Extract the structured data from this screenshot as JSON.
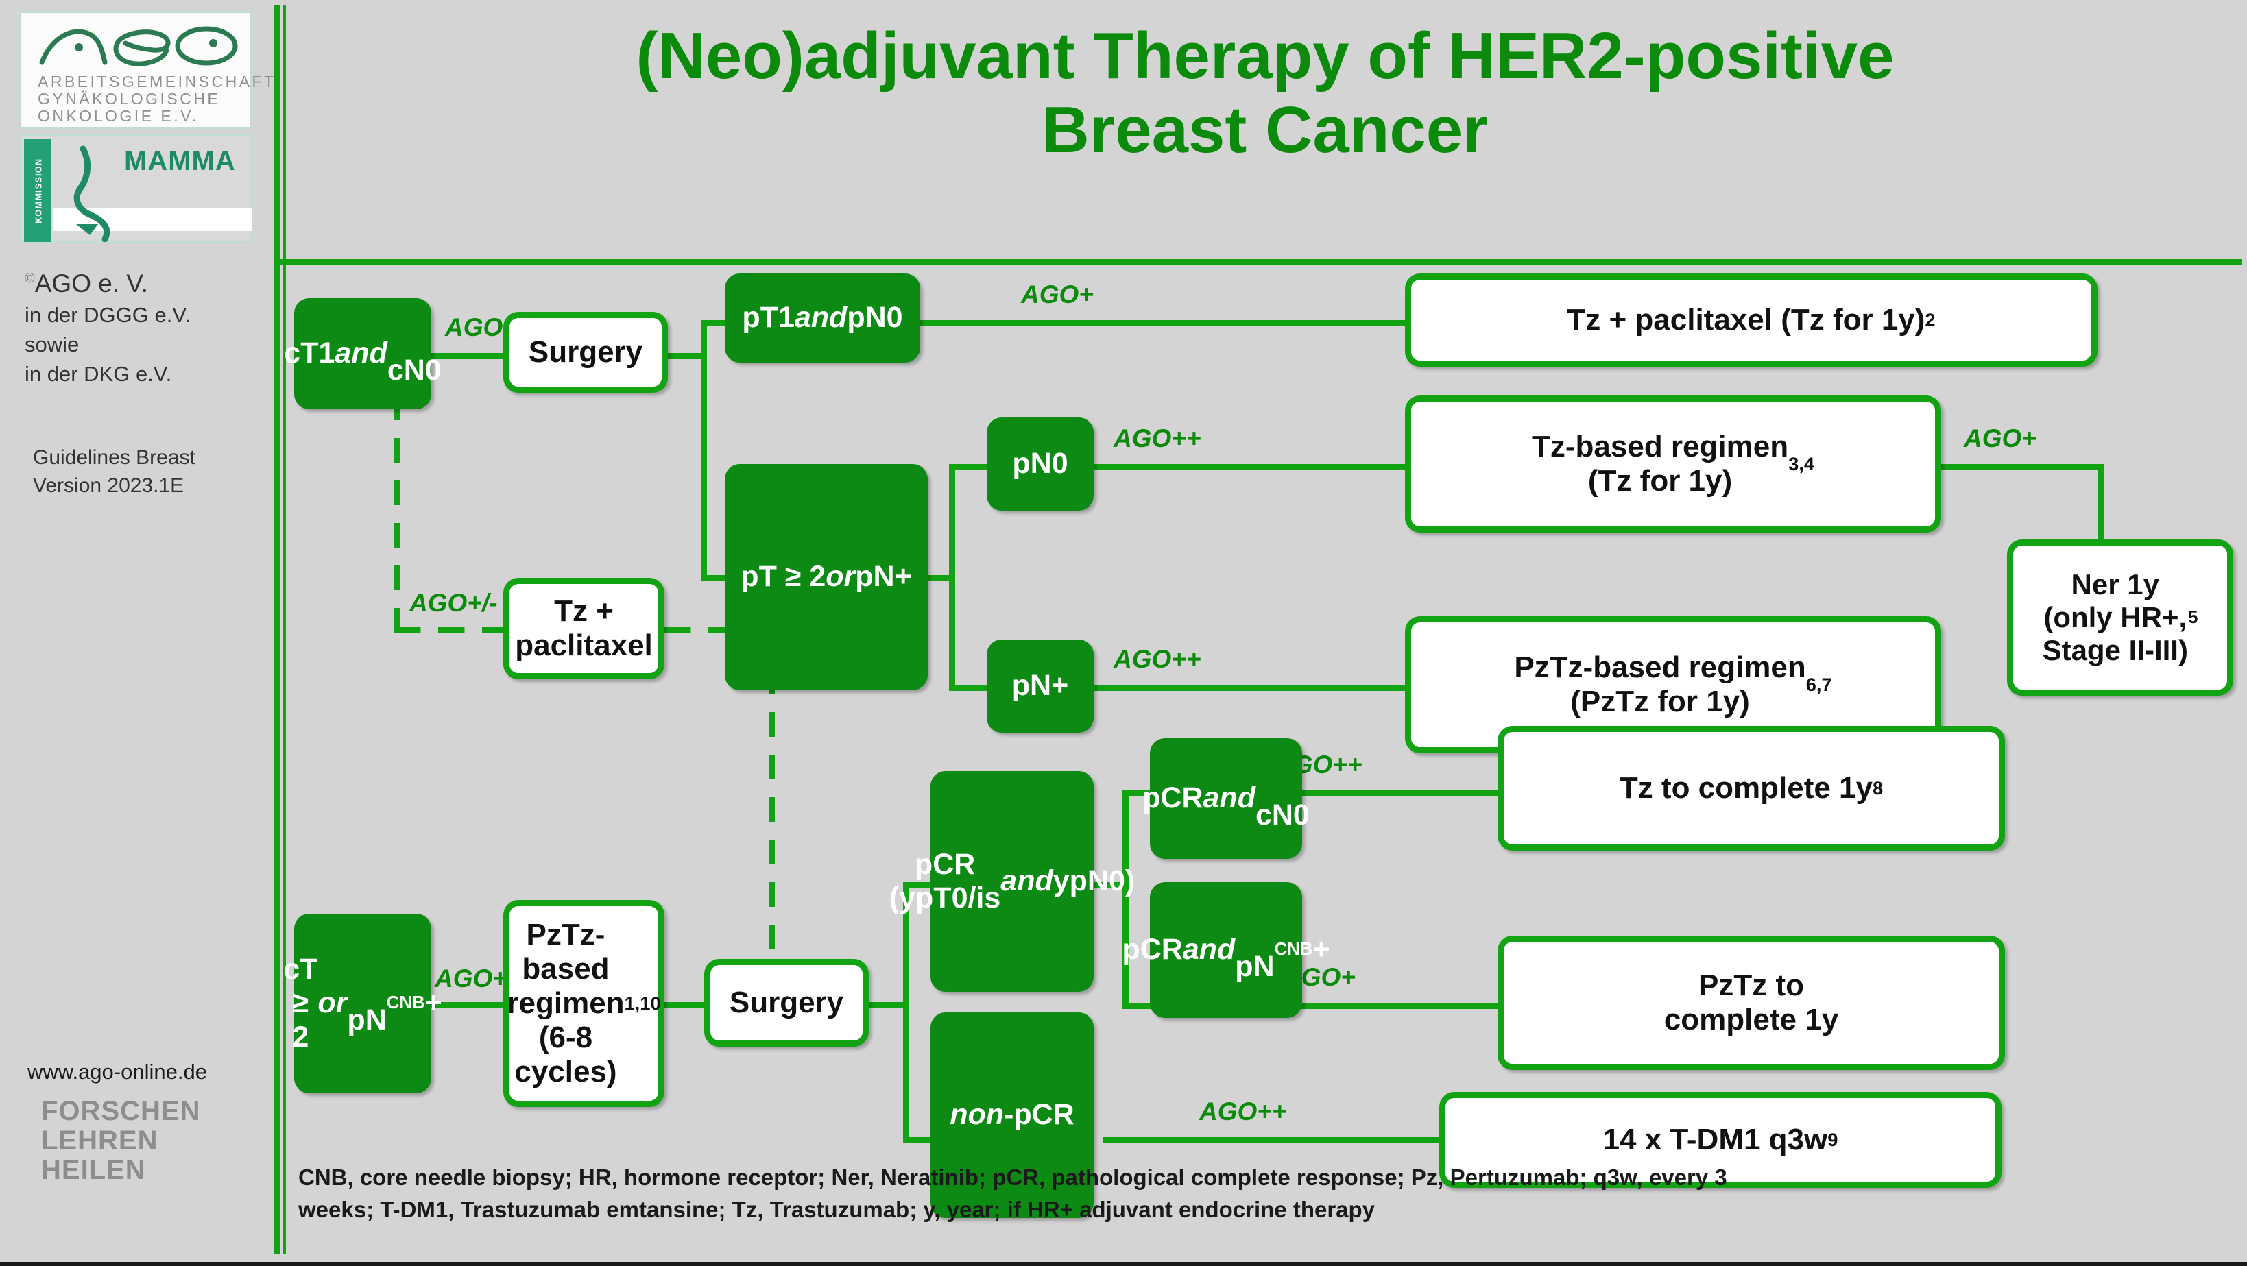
{
  "sidebar": {
    "logo_ago_lines": [
      "ARBEITSGEMEINSCHAFT",
      "GYNÄKOLOGISCHE",
      "ONKOLOGIE  E.V."
    ],
    "logo_mamma_word": "MAMMA",
    "logo_mamma_side": "KOMMISSION",
    "org_name": "AGO e. V.",
    "org_line2": "in der DGGG e.V.",
    "org_line3": "sowie",
    "org_line4": "in der DKG e.V.",
    "guidelines_line1": "Guidelines Breast",
    "guidelines_line2": "Version 2023.1E",
    "url": "www.ago-online.de",
    "motto_lines": [
      "FORSCHEN",
      "LEHREN",
      "HEILEN"
    ]
  },
  "header": {
    "title_line1": "(Neo)adjuvant Therapy of HER2-positive",
    "title_line2": "Breast Cancer"
  },
  "colors": {
    "brand_green": "#0d8a14",
    "line_green": "#12a312",
    "title_green": "#0b8a0b",
    "slide_background": "#d4d4d4",
    "node_white": "#ffffff"
  },
  "chart_data": {
    "type": "flowchart",
    "title": "(Neo)adjuvant Therapy of HER2-positive Breast Cancer",
    "nodes": [
      {
        "id": "ct1-cn0",
        "label_html": "cT1 <i>and</i><br>cN0",
        "style": "green"
      },
      {
        "id": "surgery-top",
        "label_html": "Surgery",
        "style": "white"
      },
      {
        "id": "pt1-pn0",
        "label_html": "pT1 <i>and</i> pN0",
        "style": "green"
      },
      {
        "id": "pt2-pnplus",
        "label_html": "pT &#8805; 2 <i>or</i> pN+",
        "style": "green"
      },
      {
        "id": "tz-paclitaxel-1y",
        "label_html": "Tz  + paclitaxel (Tz for 1y)<sup>2</sup>",
        "style": "white"
      },
      {
        "id": "pn0",
        "label_html": "pN0",
        "style": "green"
      },
      {
        "id": "pnplus",
        "label_html": "pN+",
        "style": "green"
      },
      {
        "id": "tz-regimen",
        "label_html": "Tz-based regimen<br>(Tz for 1y)<sup>3,4</sup>",
        "style": "white"
      },
      {
        "id": "pztz-regimen",
        "label_html": "PzTz-based regimen<br>(PzTz for 1y)<sup>6,7</sup>",
        "style": "white"
      },
      {
        "id": "ner-1y",
        "label_html": "Ner 1y<br>(only HR+,<br>Stage II-III)<sup>5</sup>",
        "style": "white"
      },
      {
        "id": "tz-paclitaxel",
        "label_html": "Tz +<br>paclitaxel",
        "style": "white"
      },
      {
        "id": "ct2-pncnb",
        "label_html": "cT &#8805; 2<br><i>or</i><br>pN<sub>CNB</sub>+",
        "style": "green"
      },
      {
        "id": "pztz-cycles",
        "label_html": "PzTz-based<br>regimen<br>(6-8 cycles)<sup>1,10</sup>",
        "style": "white"
      },
      {
        "id": "surgery-bottom",
        "label_html": "Surgery",
        "style": "white"
      },
      {
        "id": "pcr",
        "label_html": "pCR<br>(ypT0/is<br><i>and</i> ypN0)",
        "style": "green"
      },
      {
        "id": "non-pcr",
        "label_html": "<i>non</i>-pCR",
        "style": "green"
      },
      {
        "id": "pcr-cn0",
        "label_html": "pCR <i>and</i><br>cN0",
        "style": "green"
      },
      {
        "id": "pcr-pncnb",
        "label_html": "pCR <i>and</i><br>pN<sub>CNB</sub>+",
        "style": "green"
      },
      {
        "id": "tz-complete",
        "label_html": "Tz to complete 1y<sup>8</sup>",
        "style": "white"
      },
      {
        "id": "pztz-complete",
        "label_html": "PzTz to<br>complete 1y",
        "style": "white"
      },
      {
        "id": "tdm1",
        "label_html": "14 x T-DM1 q3w<sup>9</sup>",
        "style": "white"
      }
    ],
    "edge_labels": [
      {
        "id": "lbl-1",
        "text": "AGO+",
        "from": "ct1-cn0",
        "to": "surgery-top"
      },
      {
        "id": "lbl-2",
        "text": "AGO+",
        "from": "pt1-pn0",
        "to": "tz-paclitaxel-1y"
      },
      {
        "id": "lbl-3",
        "text": "AGO++",
        "from": "pn0",
        "to": "tz-regimen"
      },
      {
        "id": "lbl-4",
        "text": "AGO++",
        "from": "pnplus",
        "to": "pztz-regimen"
      },
      {
        "id": "lbl-5",
        "text": "AGO+",
        "from": "tz-regimen",
        "to": "ner-1y"
      },
      {
        "id": "lbl-6",
        "text": "AGO+/-",
        "from": "ct1-cn0",
        "to": "tz-paclitaxel"
      },
      {
        "id": "lbl-7",
        "text": "AGO++",
        "from": "ct2-pncnb",
        "to": "pztz-cycles"
      },
      {
        "id": "lbl-8",
        "text": "AGO++",
        "from": "pcr-cn0",
        "to": "tz-complete"
      },
      {
        "id": "lbl-9",
        "text": "AGO+",
        "from": "pcr-pncnb",
        "to": "pztz-complete"
      },
      {
        "id": "lbl-10",
        "text": "AGO++",
        "from": "non-pcr",
        "to": "tdm1"
      }
    ]
  },
  "footnote": {
    "line1": "CNB, core needle biopsy; HR, hormone receptor; Ner, Neratinib; pCR, pathological complete response; Pz, Pertuzumab; q3w, every 3",
    "line2": "weeks; T-DM1, Trastuzumab emtansine; Tz, Trastuzumab; y, year; if HR+ adjuvant endocrine therapy"
  }
}
